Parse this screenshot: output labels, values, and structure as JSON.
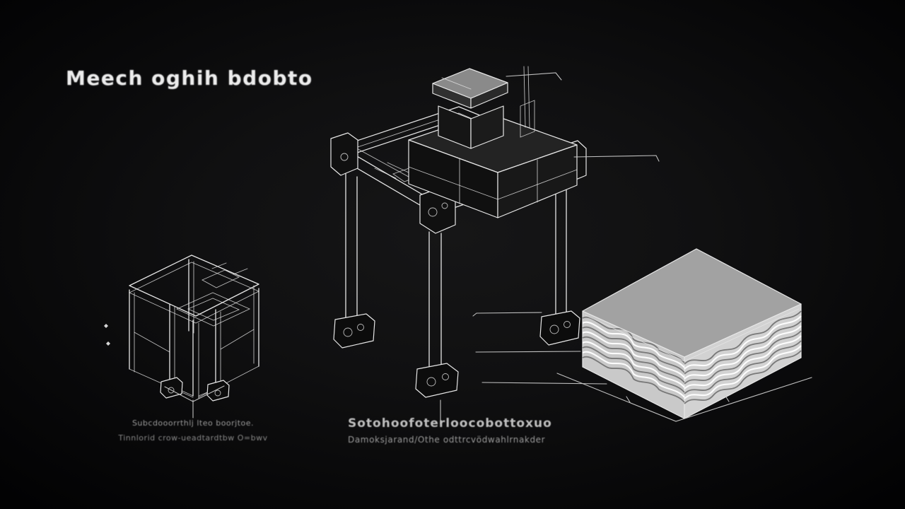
{
  "colors": {
    "background": "#0b0b0c",
    "line": "#e6e6e6",
    "leader": "#c9c9c9",
    "sheet_top": "#a2a2a2",
    "sheet_side": "#c9c9c9",
    "box_top": "#8a8a8a"
  },
  "title": "Meech oghih bdobto",
  "captions": {
    "left": {
      "line1": "Subcdooorrthlj lteo boorjtoe.",
      "line2": "Tinnlorid crow-ueadtardtbw O=bwv"
    },
    "center": {
      "line1": "Sotohoofoterloocobottoxuo",
      "line2": "Damoksjarand/Othe odttrcvödwahlrnakder"
    }
  }
}
